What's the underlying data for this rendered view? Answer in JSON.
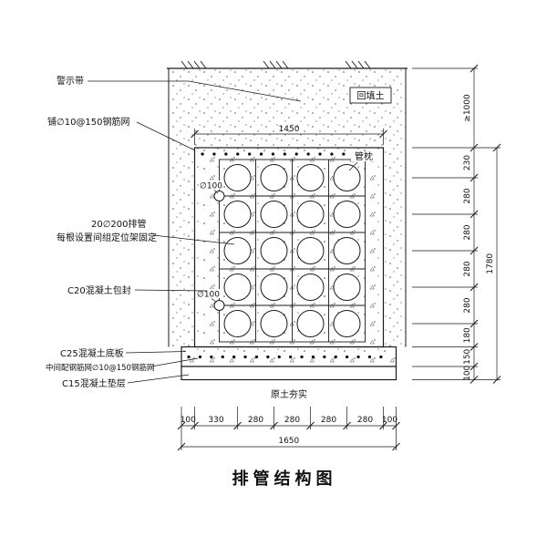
{
  "drawing": {
    "title": "排管结构图"
  },
  "callouts": {
    "warning_tape": "警示带",
    "top_mesh": "铺∅10@150钢筋网",
    "pipes_line1": "20∅200排管",
    "pipes_line2": "每根设置间组定位架固定",
    "encasement": "C20混凝土包封",
    "base_slab": "C25混凝土底板",
    "mid_mesh": "中间配钢筋网∅10@150钢筋网",
    "cushion": "C15混凝土垫层"
  },
  "inner_labels": {
    "backfill": "回填土",
    "pipe_support": "管枕",
    "phi100": "∅100",
    "compacted_soil": "原土夯实"
  },
  "dims": {
    "top_width": "1450",
    "right_backfill": "≥1000",
    "right_segments": [
      "230",
      "280",
      "280",
      "280",
      "280",
      "180",
      "150",
      "100"
    ],
    "right_total": "1780",
    "bottom_segments": [
      "100",
      "330",
      "280",
      "280",
      "280",
      "280",
      "100"
    ],
    "bottom_total": "1650"
  }
}
